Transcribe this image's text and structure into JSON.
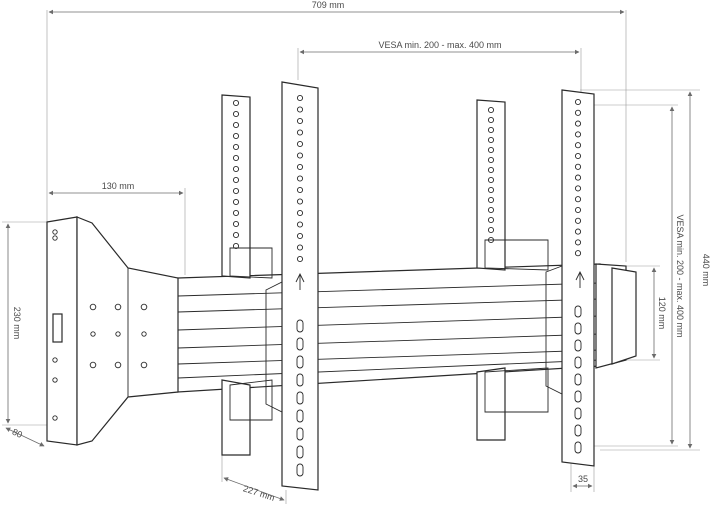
{
  "dimensions": {
    "overall_width": "709 mm",
    "vesa_horizontal": "VESA min. 200 - max. 400 mm",
    "vesa_vertical": "VESA min. 200 - max. 400 mm",
    "arm_offset": "130 mm",
    "plate_height": "230 mm",
    "plate_depth": "80",
    "overall_height": "440 mm",
    "slot_height": "120 mm",
    "depth": "227 mm",
    "strip_width": "35"
  },
  "colors": {
    "line": "#2a2a2a",
    "dimension": "#6b6b6b"
  }
}
